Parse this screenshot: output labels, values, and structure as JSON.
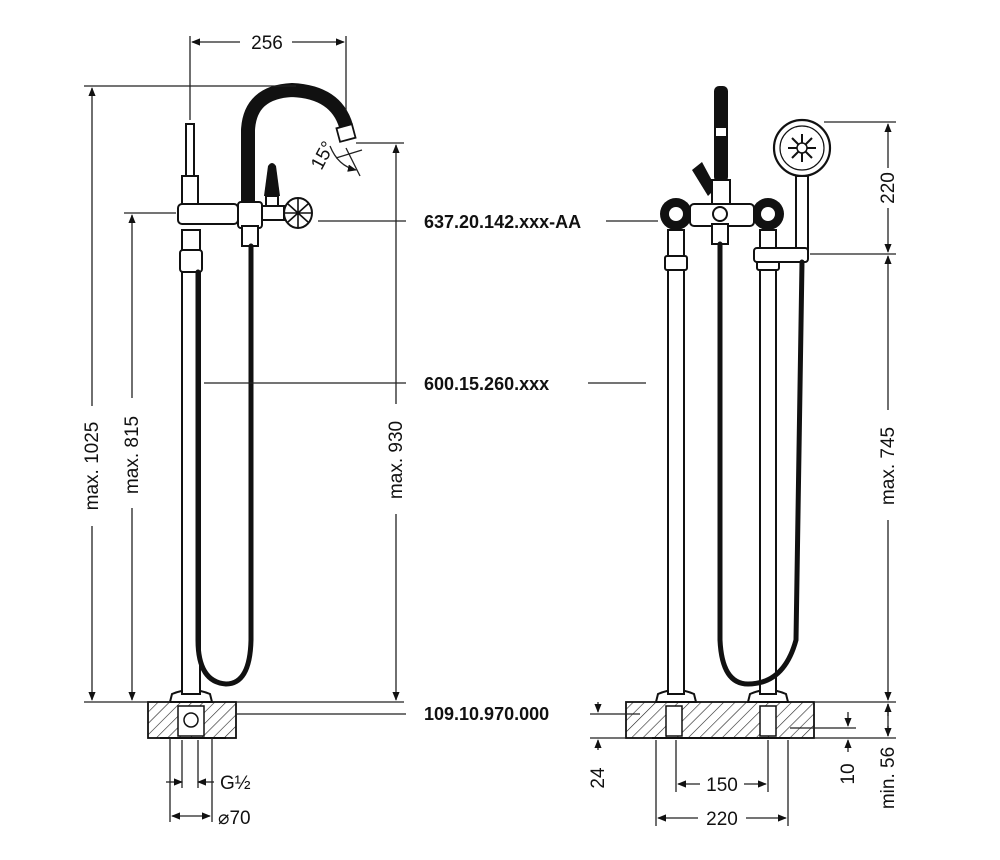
{
  "dimensions": {
    "width_top": "256",
    "angle": "15°",
    "max_1025": "max. 1025",
    "max_815": "max. 815",
    "max_930": "max. 930",
    "thread": "G½",
    "diameter": "⌀70",
    "d220_top": "220",
    "max_745": "max. 745",
    "d24": "24",
    "d10": "10",
    "min_56": "min. 56",
    "d150": "150",
    "d220_bottom": "220"
  },
  "part_codes": {
    "mixer": "637.20.142.xxx-AA",
    "column": "600.15.260.xxx",
    "box": "109.10.970.000"
  },
  "colors": {
    "ink": "#111111",
    "background": "#ffffff"
  }
}
